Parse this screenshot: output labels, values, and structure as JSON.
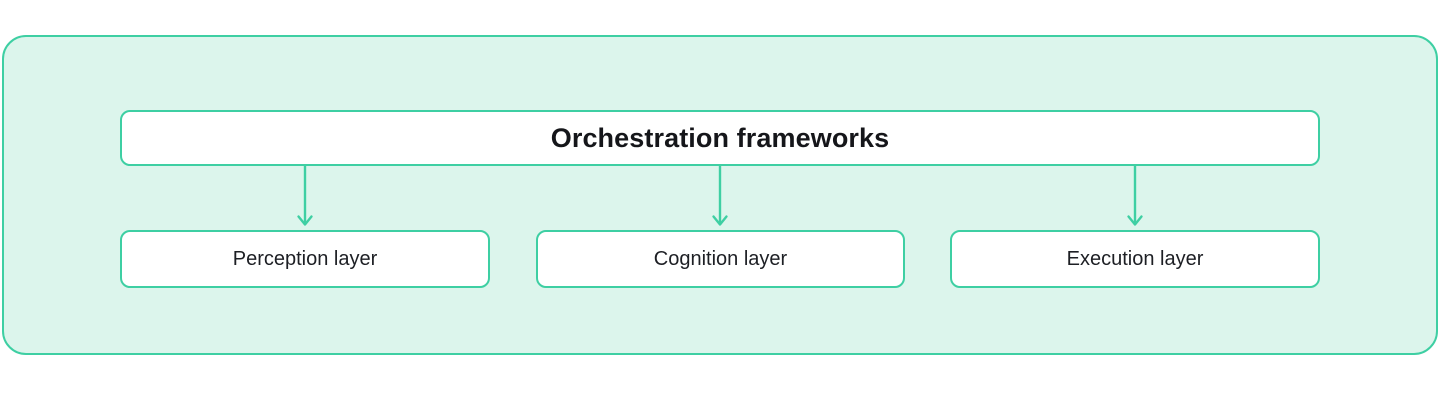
{
  "diagram": {
    "type": "hierarchy",
    "title_node": {
      "label": "Orchestration frameworks"
    },
    "child_nodes": [
      {
        "label": "Perception layer"
      },
      {
        "label": "Cognition layer"
      },
      {
        "label": "Execution layer"
      }
    ],
    "connectors": [
      {
        "from": "Orchestration frameworks",
        "to": "Perception layer",
        "arrow": "down-arrow-icon"
      },
      {
        "from": "Orchestration frameworks",
        "to": "Cognition layer",
        "arrow": "down-arrow-icon"
      },
      {
        "from": "Orchestration frameworks",
        "to": "Execution layer",
        "arrow": "down-arrow-icon"
      }
    ],
    "colors": {
      "panel_background": "#dcf5ec",
      "border": "#3ecfa3",
      "node_background": "#ffffff",
      "title_text": "#15161a",
      "node_text": "#1d1f24",
      "page_background": "#ffffff"
    }
  }
}
